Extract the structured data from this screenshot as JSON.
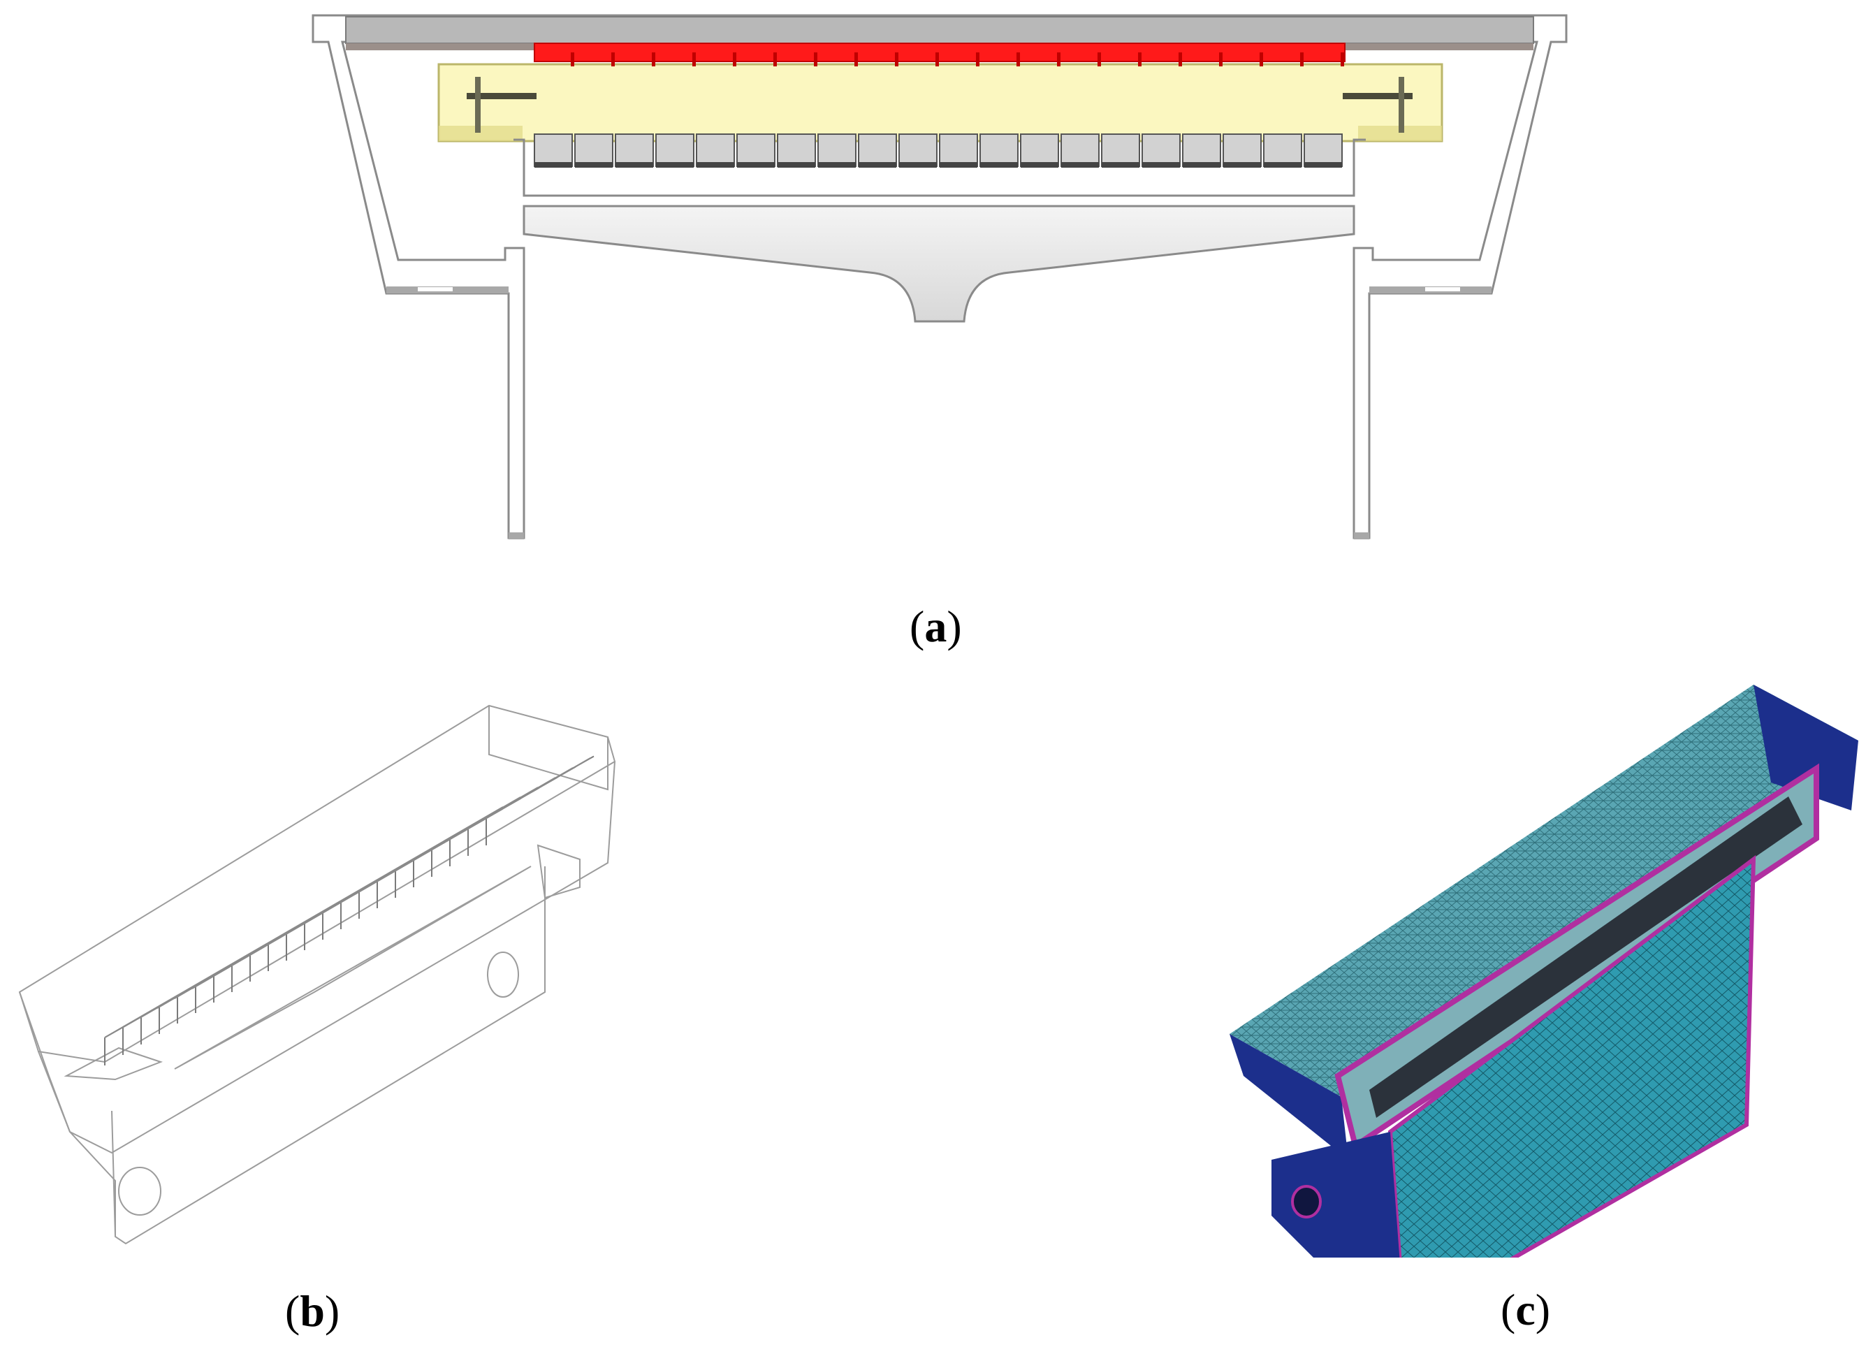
{
  "figure": {
    "panels": [
      {
        "id": "a",
        "letter": "a",
        "open": "(",
        "close": ")"
      },
      {
        "id": "b",
        "letter": "b",
        "open": "(",
        "close": ")"
      },
      {
        "id": "c",
        "letter": "c",
        "open": "(",
        "close": ")"
      }
    ]
  },
  "colors": {
    "heater_red": "#ff1a1a",
    "insulation_yellow": "#fbf7c0",
    "housing_outline": "#8a8a8a",
    "lid_gray": "#b8b8b8",
    "mesh_teal": "#4fa3b2",
    "mesh_dark": "#1c2f8c",
    "mesh_magenta": "#b02fa0"
  }
}
